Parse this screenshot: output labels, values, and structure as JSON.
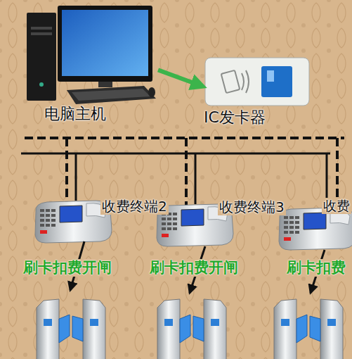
{
  "diagram": {
    "nodes": [
      {
        "text": [
          "电脑主机"
        ]
      },
      {
        "text": [
          "IC发卡器"
        ]
      },
      {
        "text": [
          "收费终端2"
        ]
      },
      {
        "text": [
          "收费终端3"
        ]
      },
      {
        "text": [
          "收费"
        ]
      }
    ],
    "edges": [
      {
        "from": 0,
        "to": 1,
        "arrow": "to"
      }
    ],
    "labels": [
      "刷卡扣费开闸",
      "刷卡扣费开闸",
      "刷卡扣费"
    ]
  }
}
